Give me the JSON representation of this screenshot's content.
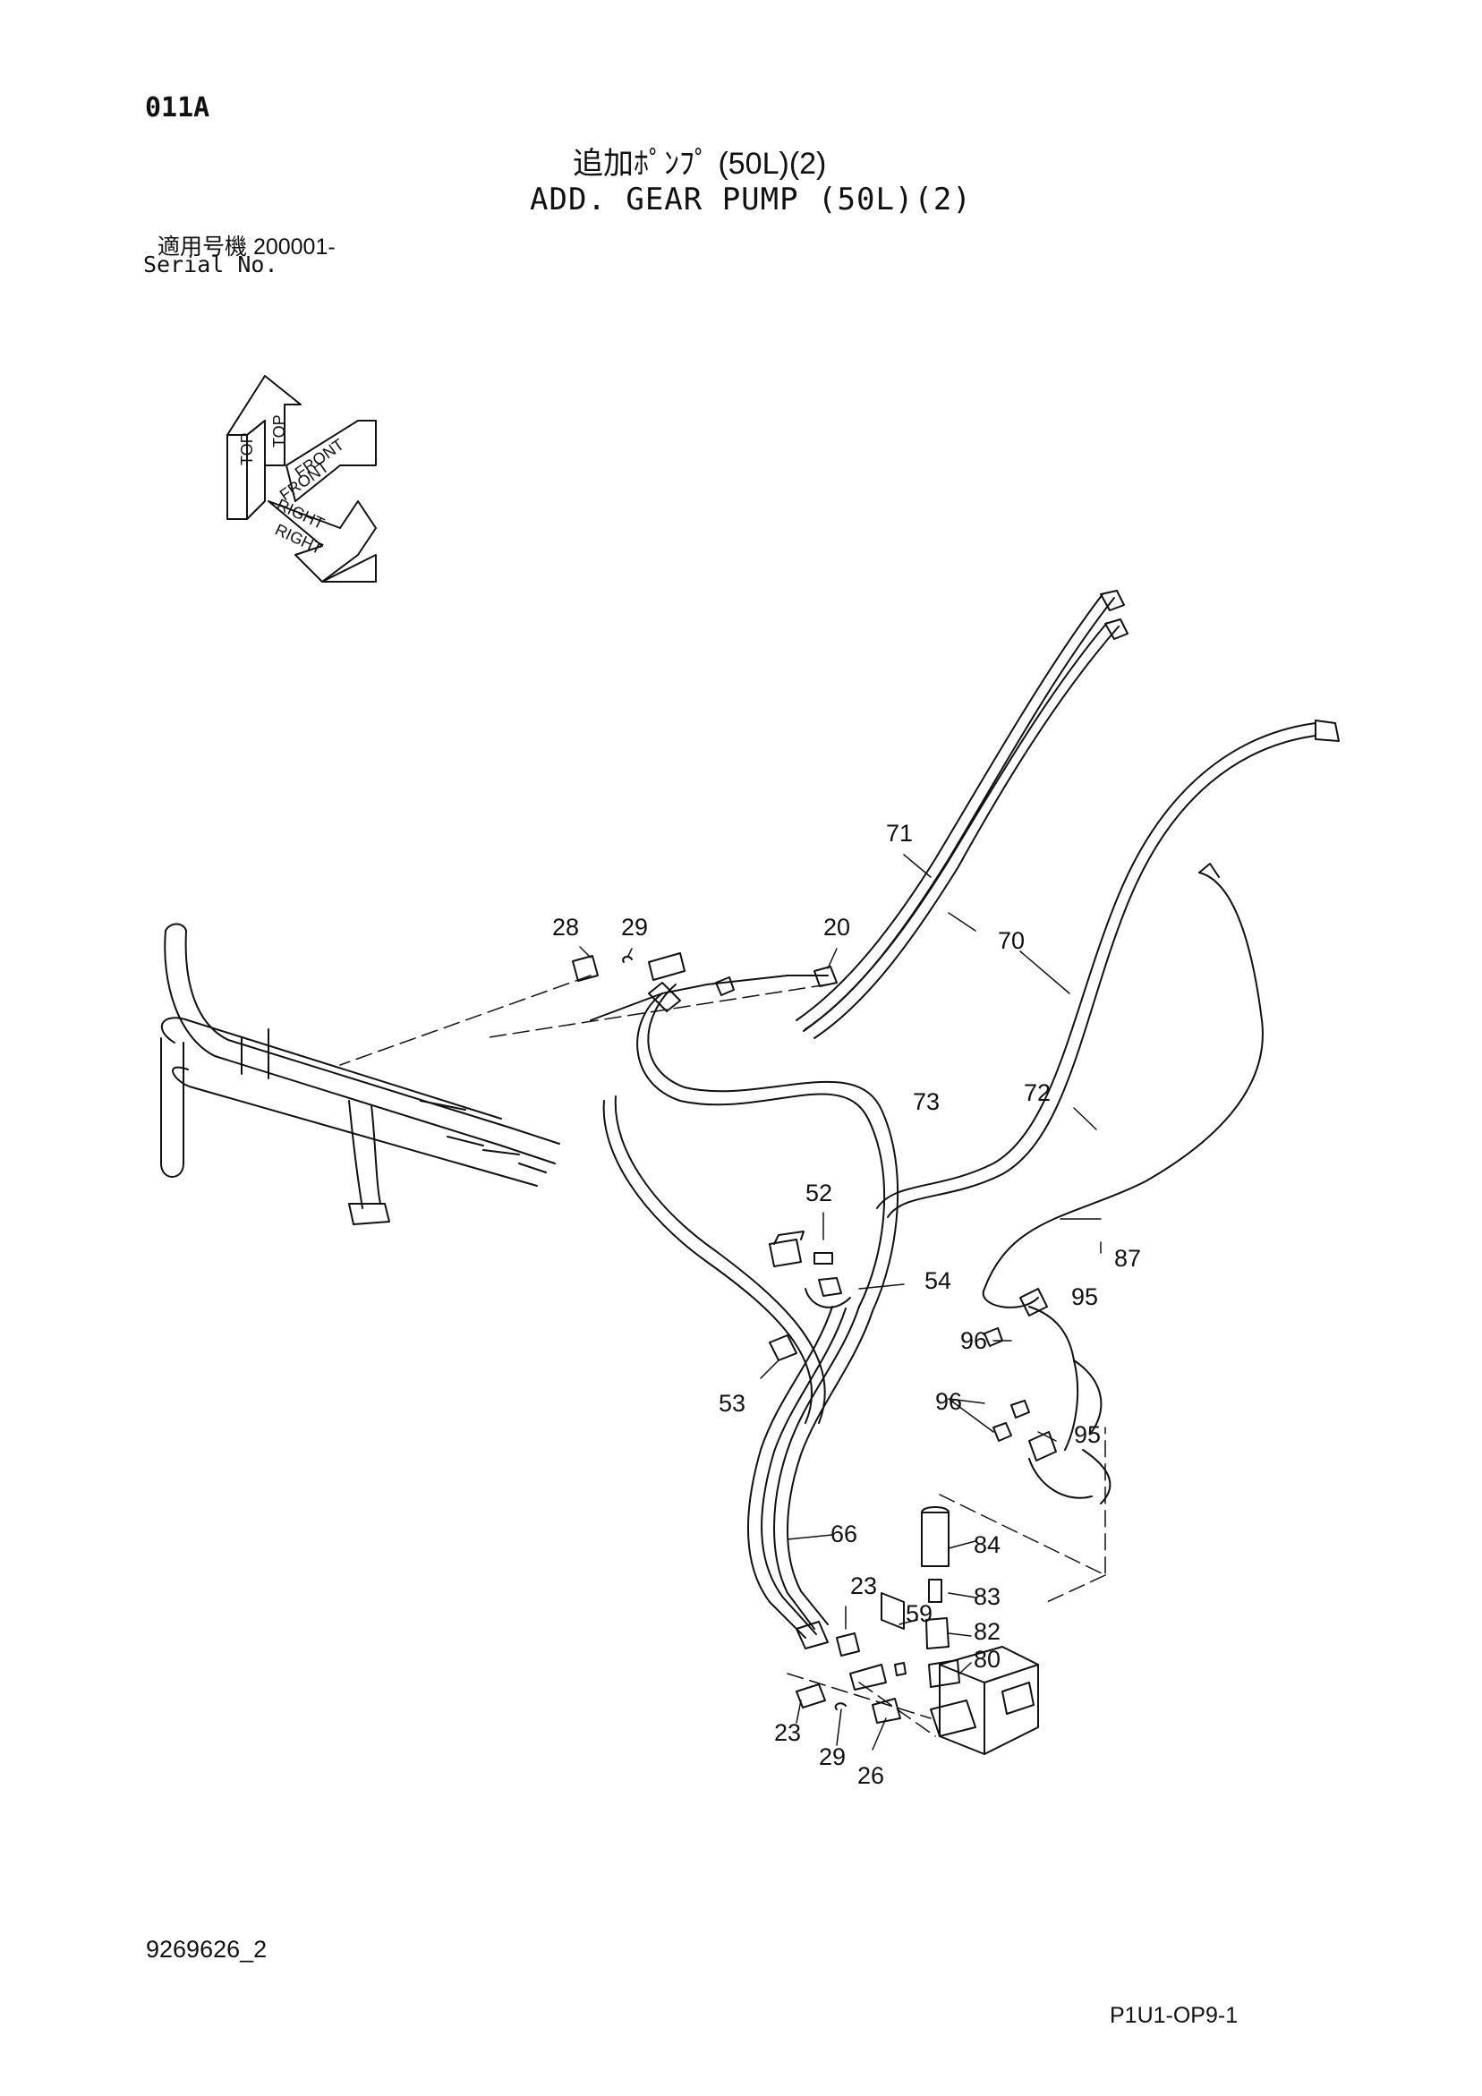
{
  "header": {
    "page_code": "011A",
    "title_jp": "追加ﾎﾟﾝﾌﾟ (50L)(2)",
    "title_en": "ADD. GEAR PUMP (50L)(2)",
    "serial_label_jp": "適用号機  200001-",
    "serial_label_en": "Serial No."
  },
  "orientation_labels": {
    "top": "TOP",
    "front": "FRONT",
    "right": "RIGHT"
  },
  "callouts": {
    "c20": "20",
    "c23a": "23",
    "c23b": "23",
    "c26": "26",
    "c28": "28",
    "c29a": "29",
    "c29b": "29",
    "c52": "52",
    "c53": "53",
    "c54": "54",
    "c59": "59",
    "c66": "66",
    "c70": "70",
    "c71": "71",
    "c72": "72",
    "c73": "73",
    "c80": "80",
    "c82": "82",
    "c83": "83",
    "c84": "84",
    "c87": "87",
    "c95a": "95",
    "c95b": "95",
    "c96a": "96",
    "c96b": "96"
  },
  "footer": {
    "doc_id": "9269626_2",
    "page_ref": "P1U1-OP9-1"
  }
}
